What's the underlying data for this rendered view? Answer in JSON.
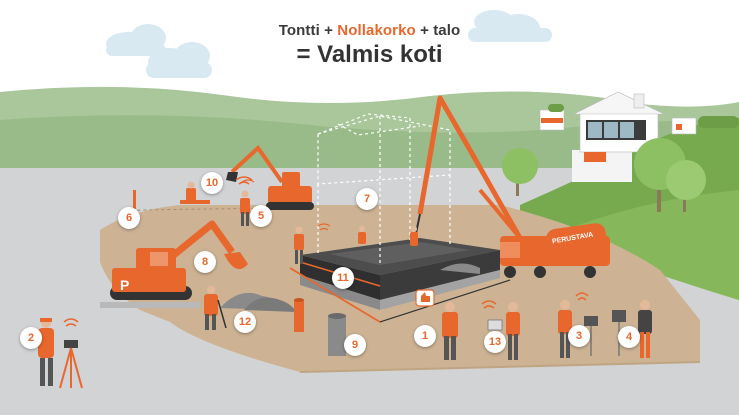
{
  "headline": {
    "part1": "Tontti + ",
    "part2": "Nollakorko",
    "part3": " + talo",
    "line2": "= Valmis koti"
  },
  "truck_label": "PERUSTAVA",
  "excavator_logo": "P",
  "markers": [
    "1",
    "2",
    "3",
    "4",
    "5",
    "6",
    "7",
    "8",
    "9",
    "10",
    "11",
    "12",
    "13"
  ],
  "colors": {
    "accent": "#e8672c",
    "ground": "#cdb394",
    "grass": "#7fae58",
    "sky_hill": "#a9c79b"
  }
}
